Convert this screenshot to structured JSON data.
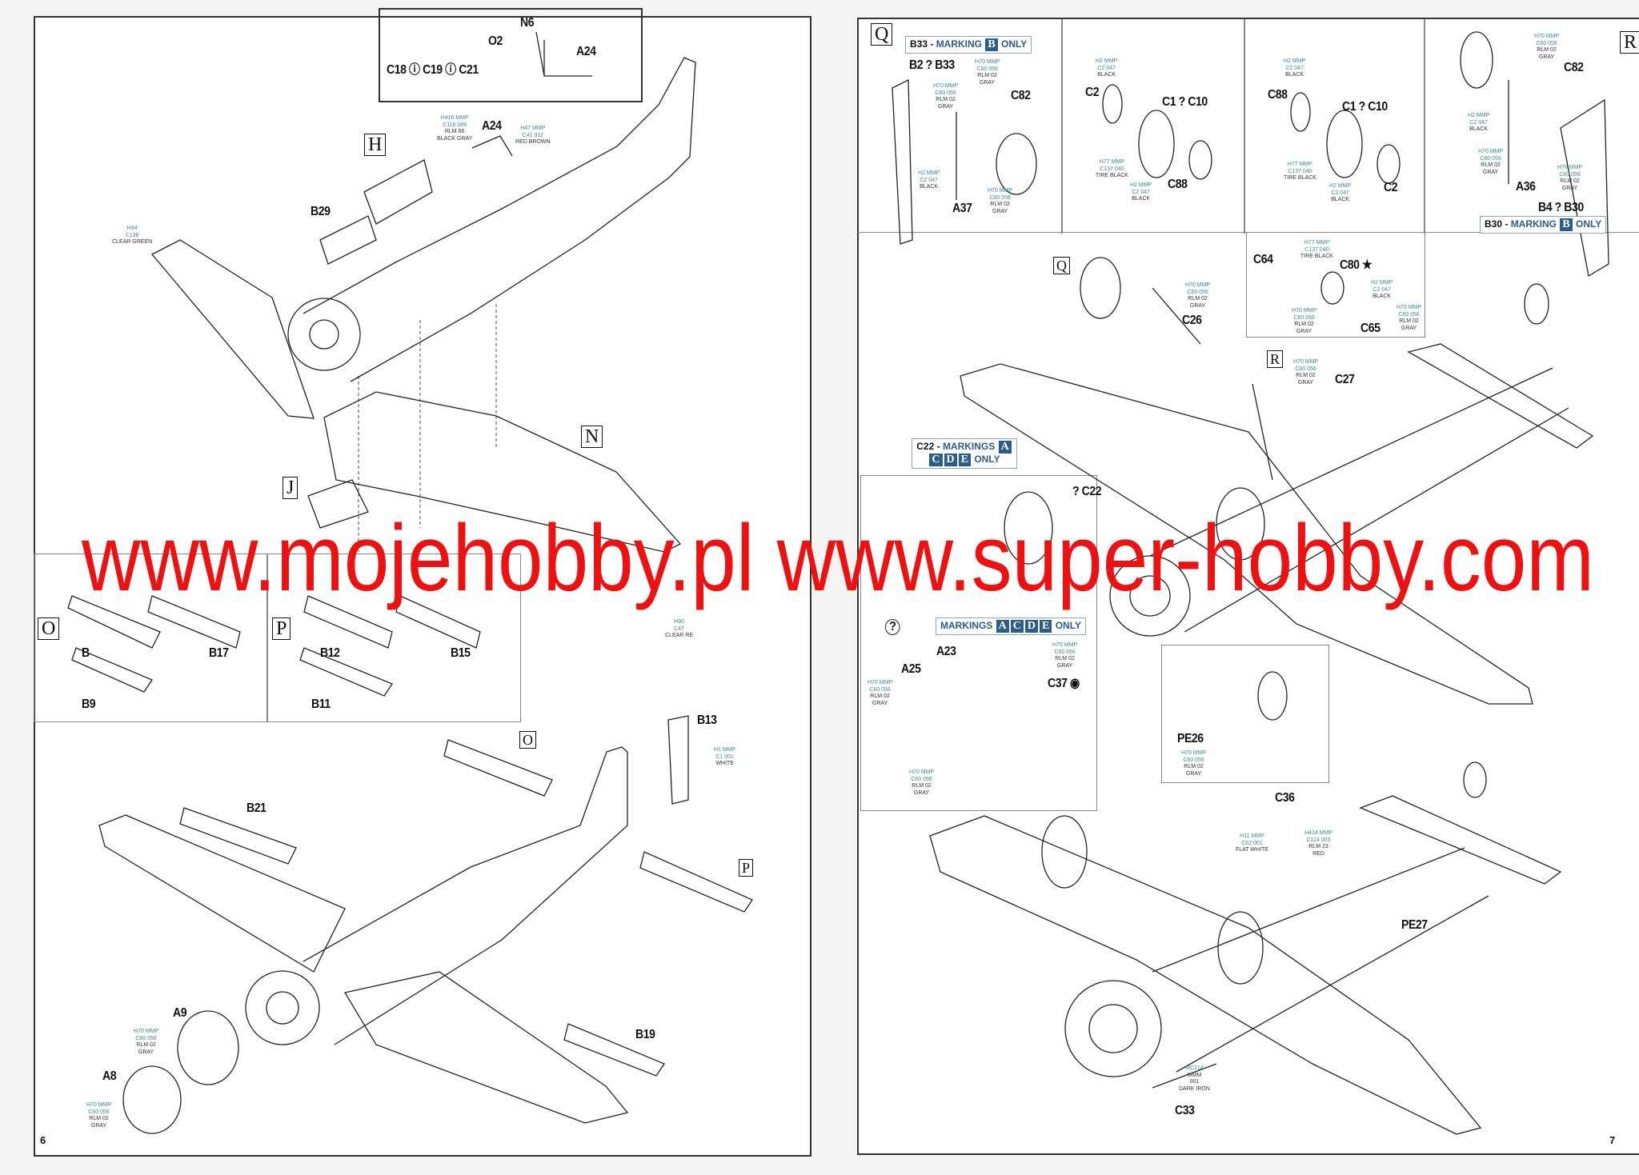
{
  "left_page": {
    "page_number": "6",
    "steps": [
      "H",
      "J",
      "N",
      "O",
      "P",
      "O",
      "P"
    ],
    "inset": {
      "n6": "N6",
      "o2": "O2",
      "a24": "A24",
      "c18": "C18",
      "c19": "C19",
      "c21": "C21"
    },
    "parts": {
      "a24": "A24",
      "b29": "B29",
      "b12": "B12",
      "b17": "B17",
      "b15": "B15",
      "b9": "B9",
      "b11": "B11",
      "b_hidden": "B",
      "b13": "B13",
      "b21": "B21",
      "a9": "A9",
      "a8": "A8",
      "b19": "B19"
    },
    "paint": {
      "a24": [
        "H416 MMP",
        "C116 089",
        "RLM 66",
        "BLACK GRAY"
      ],
      "brown": [
        "H47 MMP",
        "C41 012",
        "RED BROWN"
      ],
      "green": [
        "H94",
        "C138",
        "CLEAR GREEN"
      ],
      "red": [
        "H90",
        "C47",
        "CLEAR RE"
      ],
      "b13": [
        "H1 MMP",
        "C1 001",
        "WHITE"
      ],
      "a9": [
        "H70 MMP",
        "C60 056",
        "RLM 02",
        "GRAY"
      ],
      "a8": [
        "H70 MMP",
        "C60 056",
        "RLM 02",
        "GRAY"
      ]
    }
  },
  "right_page": {
    "page_number": "7",
    "steps": [
      "Q",
      "R",
      "Q",
      "R"
    ],
    "marking_b33": {
      "part": "B33 - ",
      "word": "MARKING",
      "letters": [
        "B"
      ],
      "suffix": "ONLY"
    },
    "marking_b30": {
      "part": "B30 - ",
      "word": "MARKING",
      "letters": [
        "B"
      ],
      "suffix": "ONLY"
    },
    "marking_c22": {
      "part": "C22 - ",
      "word": "MARKINGS",
      "letters": [
        "A",
        "C",
        "D",
        "E"
      ],
      "suffix": "ONLY"
    },
    "marking_acde": {
      "part": "",
      "word": "MARKINGS",
      "letters": [
        "A",
        "C",
        "D",
        "E"
      ],
      "suffix": "ONLY"
    },
    "parts": {
      "b2b33": "B2 ? B33",
      "c82a": "C82",
      "a37": "A37",
      "c2a": "C2",
      "c1c10a": "C1 ? C10",
      "c88a": "C88",
      "c88b": "C88",
      "c1c10b": "C1 ? C10",
      "c2b": "C2",
      "c82b": "C82",
      "a36": "A36",
      "b4b30": "B4 ? B30",
      "c26": "C26",
      "c64": "C64",
      "c80": "C80 ★",
      "c65": "C65",
      "c27": "C27",
      "c22": "? C22",
      "q_mark": "?",
      "a23": "A23",
      "a25": "A25",
      "c37": "C37 ◉",
      "pe26": "PE26",
      "c36": "C36",
      "pe27": "PE27",
      "c33": "C33"
    },
    "paint": {
      "q1": [
        "H70 MMP",
        "C60 056",
        "RLM 02",
        "GRAY"
      ],
      "q2": [
        "H70 MMP",
        "C60 056",
        "RLM 02",
        "GRAY"
      ],
      "q3": [
        "H2 MMP",
        "C2 047",
        "BLACK"
      ],
      "q4": [
        "H70 MMP",
        "C60 056",
        "RLM 02",
        "GRAY"
      ],
      "w1": [
        "H2 MMP",
        "C2 047",
        "BLACK"
      ],
      "w2": [
        "H77 MMP",
        "C137 040",
        "TIRE BLACK"
      ],
      "w3": [
        "H2 MMP",
        "C2 047",
        "BLACK"
      ],
      "w4": [
        "H2 MMP",
        "C2 047",
        "BLACK"
      ],
      "w5": [
        "H77 MMP",
        "C137 040",
        "TIRE BLACK"
      ],
      "w6": [
        "H2 MMP",
        "C2 047",
        "BLACK"
      ],
      "r1": [
        "H70 MMP",
        "C60 056",
        "RLM 02",
        "GRAY"
      ],
      "r2": [
        "H2 MMP",
        "C2 047",
        "BLACK"
      ],
      "r3": [
        "H70 MMP",
        "C60 056",
        "RLM 02",
        "GRAY"
      ],
      "r4": [
        "H70 MMP",
        "C60 056",
        "RLM 02",
        "GRAY"
      ],
      "c26": [
        "H70 MMP",
        "C60 056",
        "RLM 02",
        "GRAY"
      ],
      "t1": [
        "H77 MMP",
        "C137 040",
        "TIRE BLACK"
      ],
      "t2": [
        "H2 MMP",
        "C2 047",
        "BLACK"
      ],
      "t3": [
        "H70 MMP",
        "C60 056",
        "RLM 02",
        "GRAY"
      ],
      "t4": [
        "H70 MMP",
        "C60 056",
        "RLM 02",
        "GRAY"
      ],
      "c27": [
        "H70 MMP",
        "C60 056",
        "RLM 02",
        "GRAY"
      ],
      "c37": [
        "H70 MMP",
        "C60 056",
        "RLM 02",
        "GRAY"
      ],
      "a25": [
        "H70 MMP",
        "C60 056",
        "RLM 02",
        "GRAY"
      ],
      "a23": [
        "H70 MMP",
        "C60 056",
        "RLM 02",
        "GRAY"
      ],
      "pe26": [
        "H70 MMP",
        "C60 056",
        "RLM 02",
        "GRAY"
      ],
      "c36w": [
        "H11 MMP",
        "C62 001",
        "FLAT WHITE"
      ],
      "c36r": [
        "H414 MMP",
        "C114 003",
        "RLM 23",
        "RED"
      ],
      "c33": [
        "MC214",
        "MMM",
        "001",
        "DARK IRON"
      ]
    }
  },
  "watermark": {
    "text": "www.mojehobby.pl www.super-hobby.com",
    "color": "#ee1111"
  },
  "colors": {
    "paint_code": "#3a8a9a",
    "marking": "#2a5d8a"
  }
}
